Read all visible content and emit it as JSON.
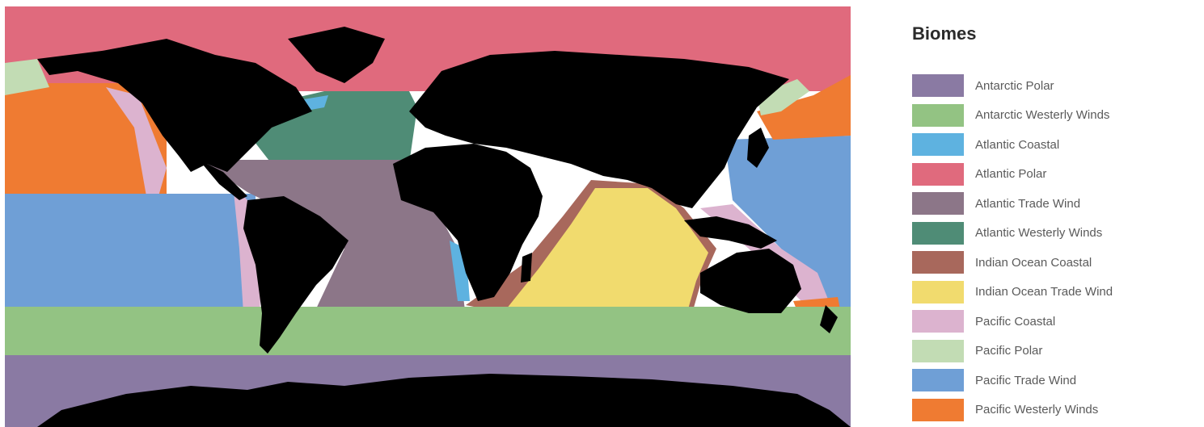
{
  "legend": {
    "title": "Biomes",
    "items": [
      {
        "label": "Antarctic Polar",
        "color": "#8a7aa3"
      },
      {
        "label": "Antarctic Westerly Winds",
        "color": "#93c383"
      },
      {
        "label": "Atlantic Coastal",
        "color": "#5eb2e0"
      },
      {
        "label": "Atlantic Polar",
        "color": "#e06a7d"
      },
      {
        "label": "Atlantic Trade Wind",
        "color": "#8c7688"
      },
      {
        "label": "Atlantic Westerly Winds",
        "color": "#4f8c76"
      },
      {
        "label": "Indian Ocean Coastal",
        "color": "#a8685c"
      },
      {
        "label": "Indian Ocean Trade Wind",
        "color": "#f1db6e"
      },
      {
        "label": "Pacific Coastal",
        "color": "#dcb3cf"
      },
      {
        "label": "Pacific Polar",
        "color": "#c2dcb4"
      },
      {
        "label": "Pacific Trade Wind",
        "color": "#6f9fd6"
      },
      {
        "label": "Pacific Westerly Winds",
        "color": "#ef7b32"
      }
    ]
  },
  "map": {
    "land_color": "#000000"
  }
}
